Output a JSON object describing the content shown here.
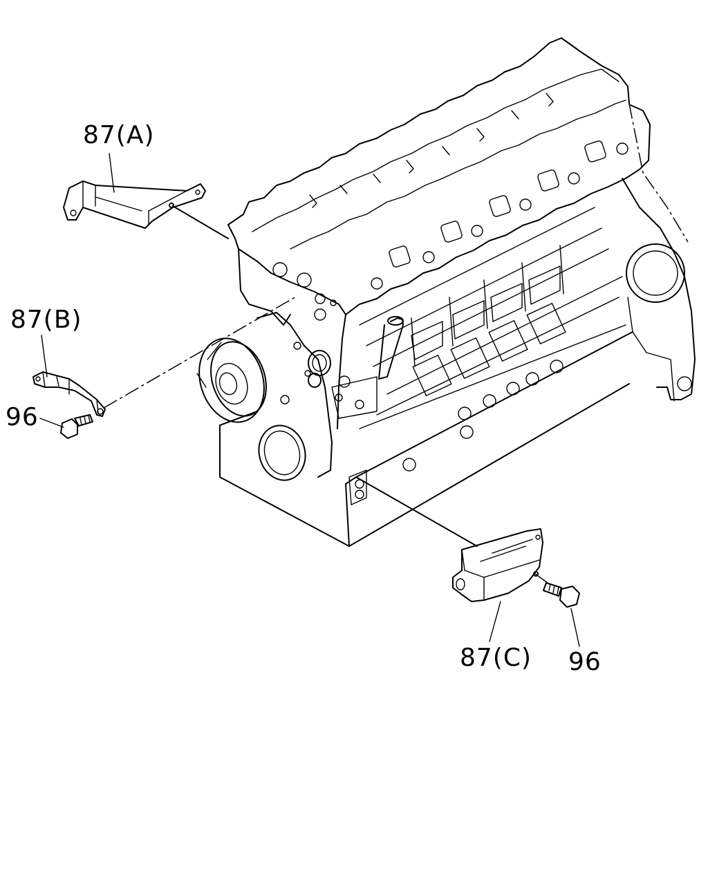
{
  "callouts": {
    "part_87a": "87(A)",
    "part_87b": "87(B)",
    "part_87c": "87(C)",
    "bolt_96_left": "96",
    "bolt_96_right": "96"
  }
}
